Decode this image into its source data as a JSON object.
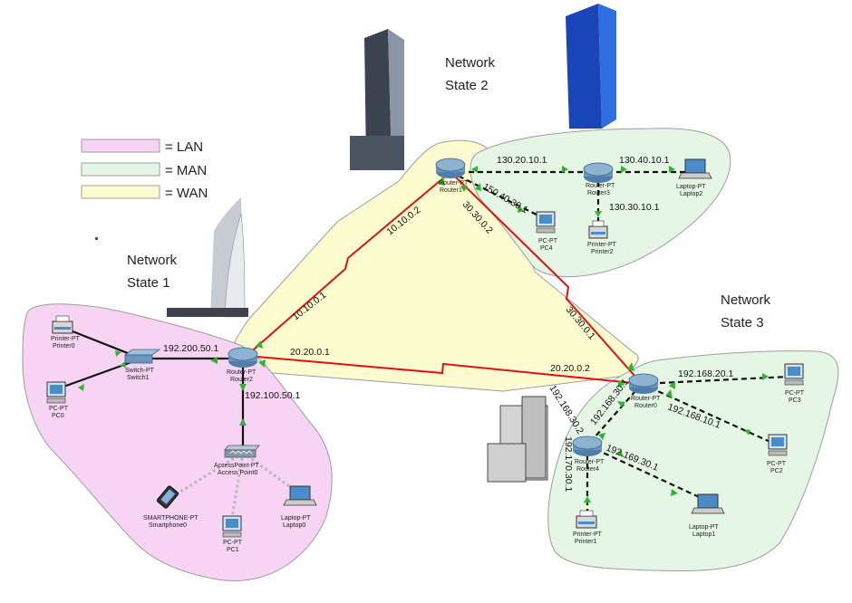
{
  "legend": {
    "lan": "= LAN",
    "man": "= MAN",
    "wan": "= WAN"
  },
  "colors": {
    "lan": "#f8d4f4",
    "man": "#e6f6e5",
    "wan": "#fdfcd1",
    "serial_link": "#e01010",
    "link_up": "#2fb52f",
    "router": "#8db3d3"
  },
  "states": {
    "s1_line1": "Network",
    "s1_line2": "State 1",
    "s2_line1": "Network",
    "s2_line2": "State 2",
    "s3_line1": "Network",
    "s3_line2": "State 3"
  },
  "devices": {
    "router1": {
      "type": "Router-PT",
      "name": "Router1"
    },
    "router3": {
      "type": "Router-PT",
      "name": "Router3"
    },
    "laptop2": {
      "type": "Laptop-PT",
      "name": "Laptop2"
    },
    "pc4": {
      "type": "PC-PT",
      "name": "PC4"
    },
    "printer2": {
      "type": "Printer-PT",
      "name": "Printer2"
    },
    "printer0": {
      "type": "Printer-PT",
      "name": "Printer0"
    },
    "switch1": {
      "type": "Switch-PT",
      "name": "Switch1"
    },
    "pc0": {
      "type": "PC-PT",
      "name": "PC0"
    },
    "router2": {
      "type": "Router-PT",
      "name": "Router2"
    },
    "accesspoint0": {
      "type": "AccessPoint-PT",
      "name": "Access Point0"
    },
    "smartphone0": {
      "type": "SMARTPHONE-PT",
      "name": "Smartphone0"
    },
    "pc1": {
      "type": "PC-PT",
      "name": "PC1"
    },
    "laptop0": {
      "type": "Laptop-PT",
      "name": "Laptop0"
    },
    "router0": {
      "type": "Router-PT",
      "name": "Router0"
    },
    "pc3": {
      "type": "PC-PT",
      "name": "PC3"
    },
    "pc2": {
      "type": "PC-PT",
      "name": "PC2"
    },
    "router4": {
      "type": "Router-PT",
      "name": "Router4"
    },
    "laptop1": {
      "type": "Laptop-PT",
      "name": "Laptop1"
    },
    "printer1": {
      "type": "Printer-PT",
      "name": "Printer1"
    }
  },
  "ips": {
    "a130_20_10_1": "130.20.10.1",
    "a130_40_10_1": "130.40.10.1",
    "a150_40_30_1": "150.40.30.1",
    "a130_30_10_1": "130.30.10.1",
    "a10_10_0_2": "10.10.0.2",
    "a30_30_0_2": "30.30.0.2",
    "a10_10_0_1": "10.10.0.1",
    "a30_30_0_1": "30.30.0.1",
    "a192_200_50_1": "192.200.50.1",
    "a20_20_0_1": "20.20.0.1",
    "a20_20_0_2": "20.20.0.2",
    "a192_100_50_1": "192.100.50.1",
    "a192_168_20_1": "192.168.20.1",
    "a192_168_10_1": "192.168.10.1",
    "a192_168_30_1": "192.168.30.1",
    "a192_168_30_2": "192.168.30.2",
    "a192_169_30_1": "192.169.30.1",
    "a192_170_30_1": "192.170.30.1"
  }
}
